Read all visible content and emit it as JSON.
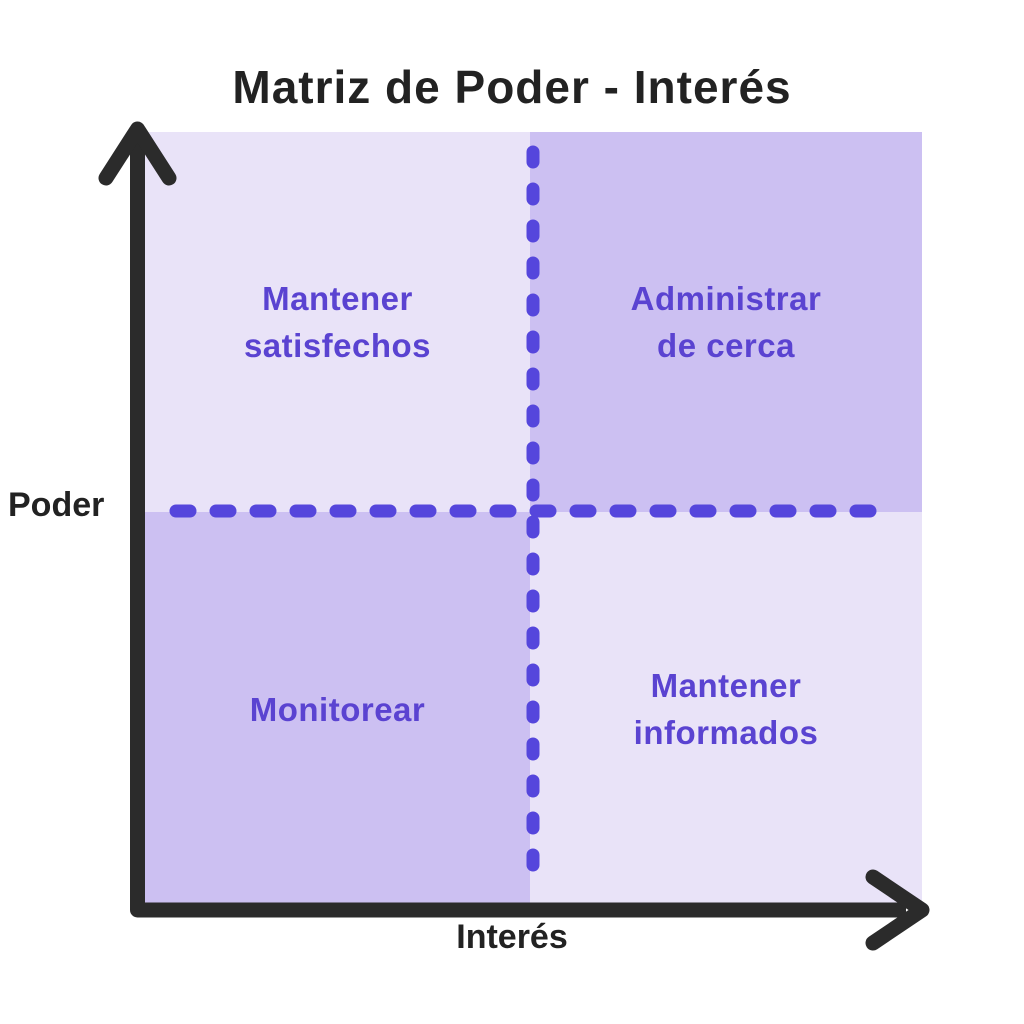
{
  "title": "Matriz de Poder - Interés",
  "axes": {
    "y": "Poder",
    "x": "Interés"
  },
  "quadrants": {
    "top_left": {
      "name": "Mantener satisfechos",
      "lines": [
        "Mantener",
        "satisfechos"
      ],
      "shade": "light"
    },
    "top_right": {
      "name": "Administrar de cerca",
      "lines": [
        "Administrar",
        "de cerca"
      ],
      "shade": "dark"
    },
    "bottom_left": {
      "name": "Monitorear",
      "lines": [
        "Monitorear"
      ],
      "shade": "dark"
    },
    "bottom_right": {
      "name": "Mantener informados",
      "lines": [
        "Mantener",
        "informados"
      ],
      "shade": "light"
    }
  },
  "colors": {
    "background": "#ffffff",
    "heading": "#222222",
    "axis": "#2b2b2b",
    "quadrant_light": "#e9e3f8",
    "quadrant_dark": "#ccc0f2",
    "quadrant_label": "#5a43d1",
    "dashed_line": "#5546dc"
  }
}
